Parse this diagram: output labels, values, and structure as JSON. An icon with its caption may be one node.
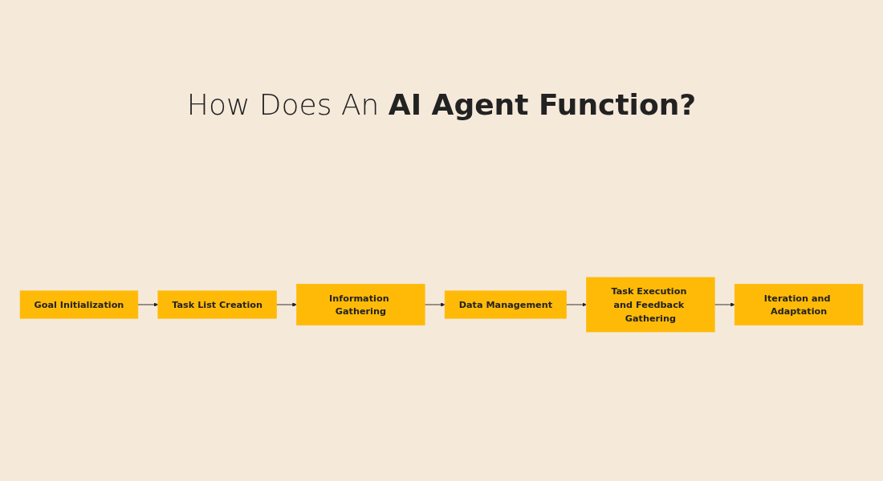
{
  "diagram": {
    "title": "How Does An **AI Agent Function?**",
    "nodes": [
      {
        "text": [
          "Goal Initialization"
        ]
      },
      {
        "text": [
          "Task List Creation"
        ]
      },
      {
        "text": [
          "Information Gathering"
        ]
      },
      {
        "text": [
          "Data Management"
        ]
      },
      {
        "text": [
          "Task Execution and Feedback Gathering"
        ]
      },
      {
        "text": [
          "Iteration and Adaptation"
        ]
      }
    ],
    "edges": [
      {
        "from": 0,
        "to": 1,
        "arrow": "to"
      },
      {
        "from": 1,
        "to": 2,
        "arrow": "to"
      },
      {
        "from": 2,
        "to": 3,
        "arrow": "to"
      },
      {
        "from": 3,
        "to": 4,
        "arrow": "to"
      },
      {
        "from": 4,
        "to": 5,
        "arrow": "to"
      }
    ]
  }
}
